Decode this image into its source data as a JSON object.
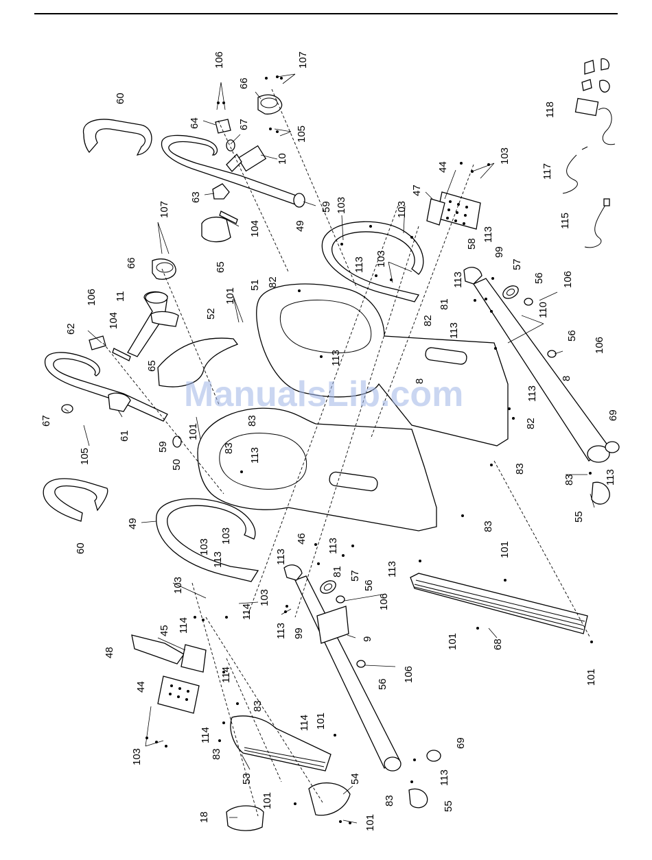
{
  "watermark": "ManualsLib.com",
  "callouts": [
    {
      "id": "l106a",
      "text": "106"
    },
    {
      "id": "l107a",
      "text": "107"
    },
    {
      "id": "l66a",
      "text": "66"
    },
    {
      "id": "l60a",
      "text": "60"
    },
    {
      "id": "l64",
      "text": "64"
    },
    {
      "id": "l67a",
      "text": "67"
    },
    {
      "id": "l105a",
      "text": "105"
    },
    {
      "id": "l10",
      "text": "10"
    },
    {
      "id": "l118",
      "text": "118"
    },
    {
      "id": "l63",
      "text": "63"
    },
    {
      "id": "l59a",
      "text": "59"
    },
    {
      "id": "l104a",
      "text": "104"
    },
    {
      "id": "l65a",
      "text": "65"
    },
    {
      "id": "l103a",
      "text": "103"
    },
    {
      "id": "l103b",
      "text": "103"
    },
    {
      "id": "l103c",
      "text": "103"
    },
    {
      "id": "l103d",
      "text": "103"
    },
    {
      "id": "l44a",
      "text": "44"
    },
    {
      "id": "l47",
      "text": "47"
    },
    {
      "id": "l49a",
      "text": "49"
    },
    {
      "id": "l117",
      "text": "117"
    },
    {
      "id": "l115",
      "text": "115"
    },
    {
      "id": "l113a",
      "text": "113"
    },
    {
      "id": "l58",
      "text": "58"
    },
    {
      "id": "l99a",
      "text": "99"
    },
    {
      "id": "l57a",
      "text": "57"
    },
    {
      "id": "l113b",
      "text": "113"
    },
    {
      "id": "l107b",
      "text": "107"
    },
    {
      "id": "l66b",
      "text": "66"
    },
    {
      "id": "l82a",
      "text": "82"
    },
    {
      "id": "l113c",
      "text": "113"
    },
    {
      "id": "l56a",
      "text": "56"
    },
    {
      "id": "l106b",
      "text": "106"
    },
    {
      "id": "l81a",
      "text": "81"
    },
    {
      "id": "l106c",
      "text": "106"
    },
    {
      "id": "l11",
      "text": "11"
    },
    {
      "id": "l104b",
      "text": "104"
    },
    {
      "id": "l51",
      "text": "51"
    },
    {
      "id": "l101a",
      "text": "101"
    },
    {
      "id": "l52",
      "text": "52"
    },
    {
      "id": "l82b",
      "text": "82"
    },
    {
      "id": "l113d",
      "text": "113"
    },
    {
      "id": "l110",
      "text": "110"
    },
    {
      "id": "l62",
      "text": "62"
    },
    {
      "id": "l65b",
      "text": "65"
    },
    {
      "id": "l113e",
      "text": "113"
    },
    {
      "id": "l56b",
      "text": "56"
    },
    {
      "id": "l106d",
      "text": "106"
    },
    {
      "id": "l8a",
      "text": "8"
    },
    {
      "id": "l8b",
      "text": "8"
    },
    {
      "id": "l113f",
      "text": "113"
    },
    {
      "id": "l82c",
      "text": "82"
    },
    {
      "id": "l67b",
      "text": "67"
    },
    {
      "id": "l105b",
      "text": "105"
    },
    {
      "id": "l61",
      "text": "61"
    },
    {
      "id": "l101b",
      "text": "101"
    },
    {
      "id": "l83a",
      "text": "83"
    },
    {
      "id": "l59b",
      "text": "59"
    },
    {
      "id": "l50",
      "text": "50"
    },
    {
      "id": "l83b",
      "text": "83"
    },
    {
      "id": "l113g",
      "text": "113"
    },
    {
      "id": "l83c",
      "text": "83"
    },
    {
      "id": "l69a",
      "text": "69"
    },
    {
      "id": "l83d",
      "text": "83"
    },
    {
      "id": "l113h",
      "text": "113"
    },
    {
      "id": "l55a",
      "text": "55"
    },
    {
      "id": "l60b",
      "text": "60"
    },
    {
      "id": "l49b",
      "text": "49"
    },
    {
      "id": "l103e",
      "text": "103"
    },
    {
      "id": "l113i",
      "text": "113"
    },
    {
      "id": "l103f",
      "text": "103"
    },
    {
      "id": "l113j",
      "text": "113"
    },
    {
      "id": "l46",
      "text": "46"
    },
    {
      "id": "l113k",
      "text": "113"
    },
    {
      "id": "l83e",
      "text": "83"
    },
    {
      "id": "l81b",
      "text": "81"
    },
    {
      "id": "l57b",
      "text": "57"
    },
    {
      "id": "l113l",
      "text": "113"
    },
    {
      "id": "l101c",
      "text": "101"
    },
    {
      "id": "l103g",
      "text": "103"
    },
    {
      "id": "l103h",
      "text": "103"
    },
    {
      "id": "l56c",
      "text": "56"
    },
    {
      "id": "l106e",
      "text": "106"
    },
    {
      "id": "l114a",
      "text": "114"
    },
    {
      "id": "l114b",
      "text": "114"
    },
    {
      "id": "l113m",
      "text": "113"
    },
    {
      "id": "l99b",
      "text": "99"
    },
    {
      "id": "l9",
      "text": "9"
    },
    {
      "id": "l45",
      "text": "45"
    },
    {
      "id": "l48",
      "text": "48"
    },
    {
      "id": "l101d",
      "text": "101"
    },
    {
      "id": "l68",
      "text": "68"
    },
    {
      "id": "l114c",
      "text": "114"
    },
    {
      "id": "l56d",
      "text": "56"
    },
    {
      "id": "l106f",
      "text": "106"
    },
    {
      "id": "l101e",
      "text": "101"
    },
    {
      "id": "l44b",
      "text": "44"
    },
    {
      "id": "l83f",
      "text": "83"
    },
    {
      "id": "l114d",
      "text": "114"
    },
    {
      "id": "l101f",
      "text": "101"
    },
    {
      "id": "l103i",
      "text": "103"
    },
    {
      "id": "l114e",
      "text": "114"
    },
    {
      "id": "l83g",
      "text": "83"
    },
    {
      "id": "l69b",
      "text": "69"
    },
    {
      "id": "l53",
      "text": "53"
    },
    {
      "id": "l113n",
      "text": "113"
    },
    {
      "id": "l54",
      "text": "54"
    },
    {
      "id": "l83h",
      "text": "83"
    },
    {
      "id": "l55b",
      "text": "55"
    },
    {
      "id": "l18",
      "text": "18"
    },
    {
      "id": "l101g",
      "text": "101"
    },
    {
      "id": "l101h",
      "text": "101"
    }
  ]
}
